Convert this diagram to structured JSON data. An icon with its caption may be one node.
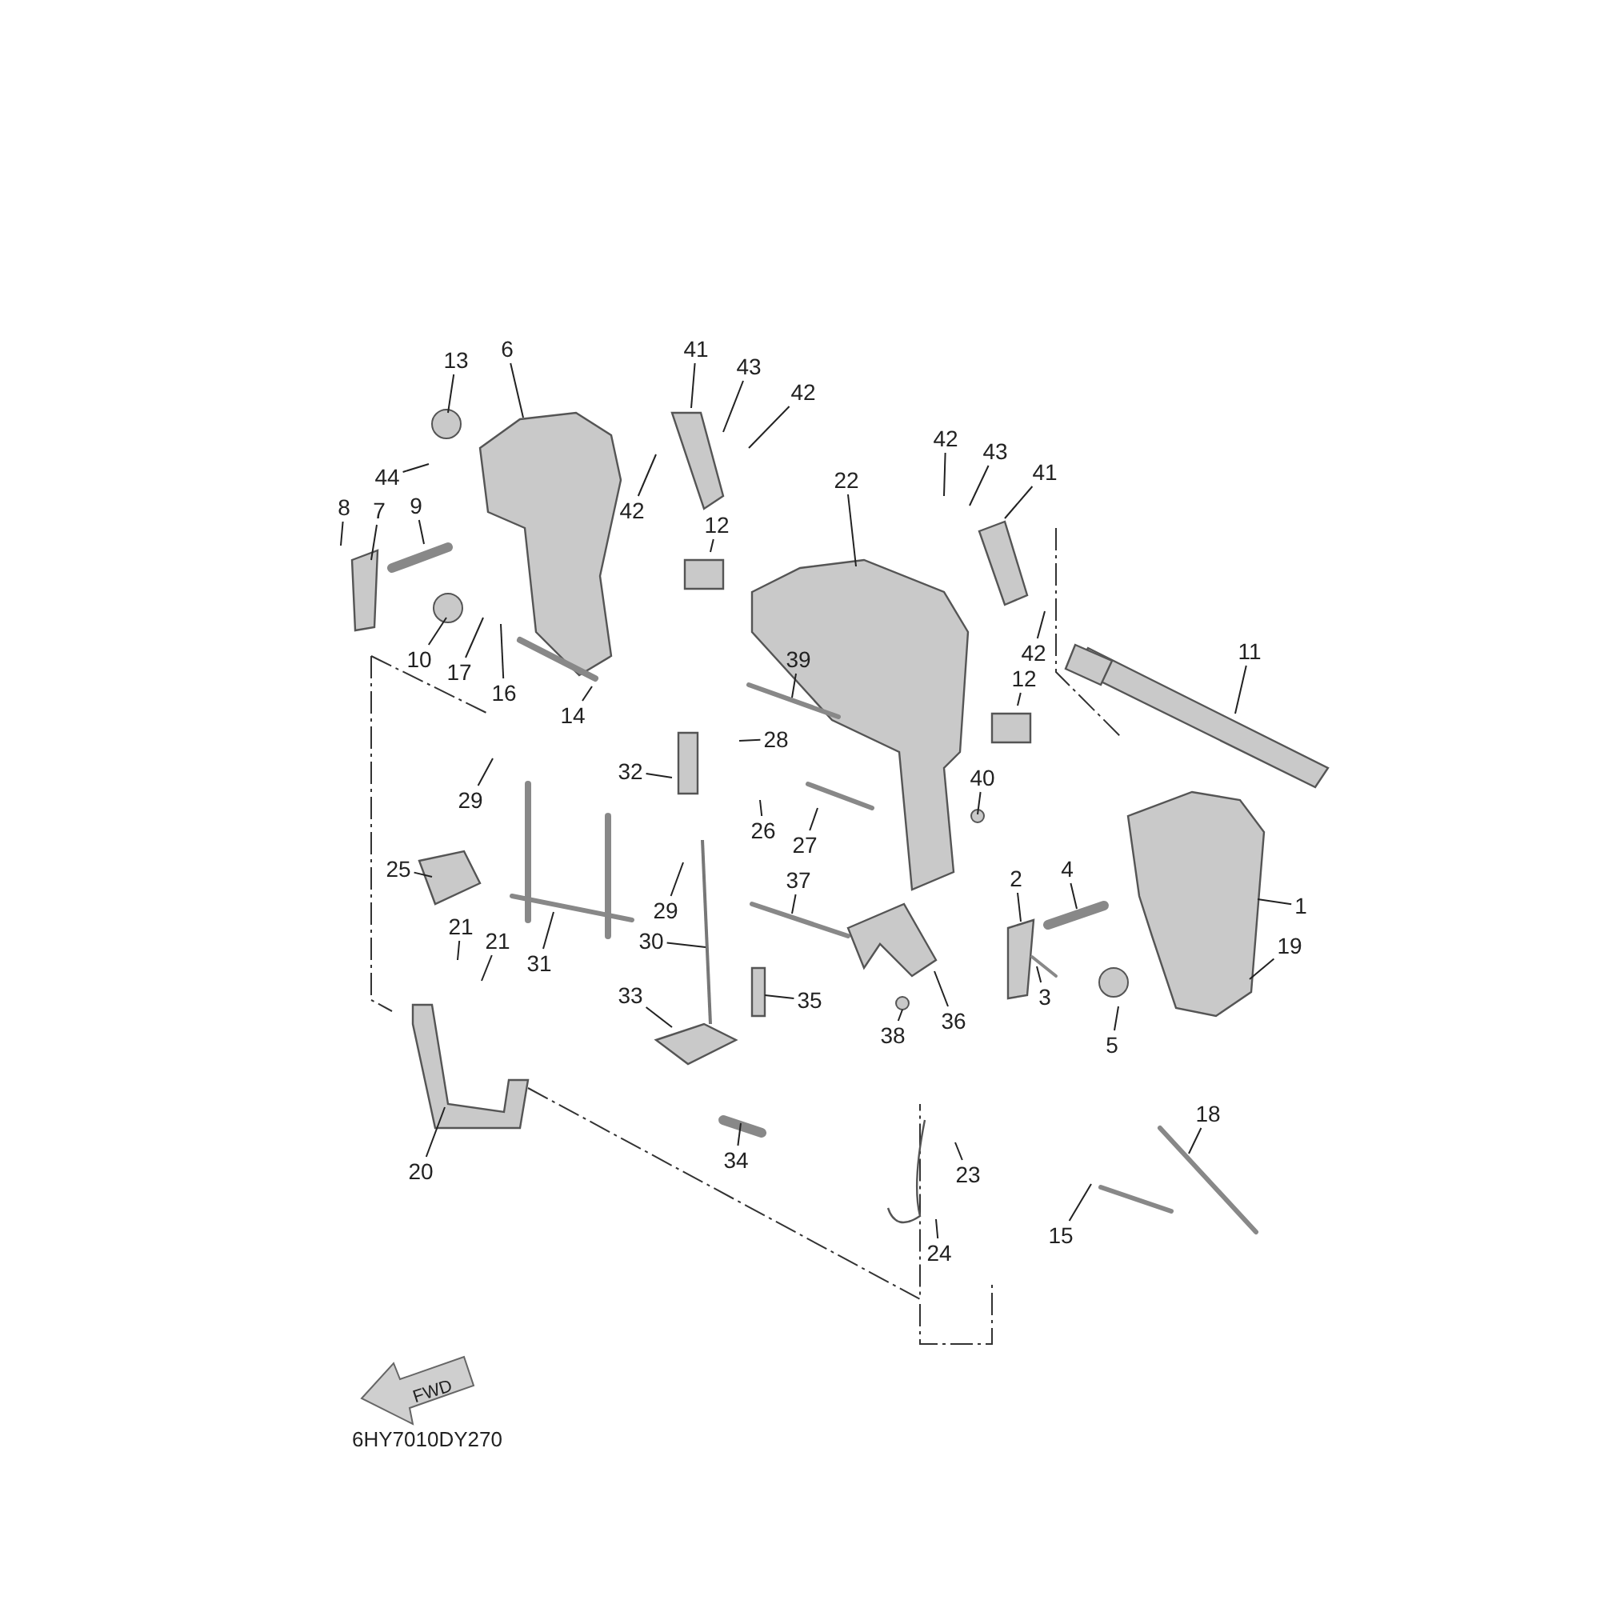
{
  "diagram": {
    "nodes": [
      {
        "text": [
          "13"
        ]
      },
      {
        "text": [
          "6"
        ]
      },
      {
        "text": [
          "41"
        ]
      },
      {
        "text": [
          "43"
        ]
      },
      {
        "text": [
          "42"
        ]
      },
      {
        "text": [
          "44"
        ]
      },
      {
        "text": [
          "42"
        ]
      },
      {
        "text": [
          "8"
        ]
      },
      {
        "text": [
          "7"
        ]
      },
      {
        "text": [
          "9"
        ]
      },
      {
        "text": [
          "12"
        ]
      },
      {
        "text": [
          "22"
        ]
      },
      {
        "text": [
          "42"
        ]
      },
      {
        "text": [
          "43"
        ]
      },
      {
        "text": [
          "41"
        ]
      },
      {
        "text": [
          "42"
        ]
      },
      {
        "text": [
          "11"
        ]
      },
      {
        "text": [
          "10"
        ]
      },
      {
        "text": [
          "17"
        ]
      },
      {
        "text": [
          "16"
        ]
      },
      {
        "text": [
          "14"
        ]
      },
      {
        "text": [
          "39"
        ]
      },
      {
        "text": [
          "28"
        ]
      },
      {
        "text": [
          "12"
        ]
      },
      {
        "text": [
          "40"
        ]
      },
      {
        "text": [
          "29"
        ]
      },
      {
        "text": [
          "32"
        ]
      },
      {
        "text": [
          "26"
        ]
      },
      {
        "text": [
          "27"
        ]
      },
      {
        "text": [
          "2"
        ]
      },
      {
        "text": [
          "4"
        ]
      },
      {
        "text": [
          "1"
        ]
      },
      {
        "text": [
          "25"
        ]
      },
      {
        "text": [
          "29"
        ]
      },
      {
        "text": [
          "37"
        ]
      },
      {
        "text": [
          "30"
        ]
      },
      {
        "text": [
          "21"
        ]
      },
      {
        "text": [
          "21"
        ]
      },
      {
        "text": [
          "31"
        ]
      },
      {
        "text": [
          "19"
        ]
      },
      {
        "text": [
          "3"
        ]
      },
      {
        "text": [
          "33"
        ]
      },
      {
        "text": [
          "35"
        ]
      },
      {
        "text": [
          "36"
        ]
      },
      {
        "text": [
          "38"
        ]
      },
      {
        "text": [
          "5"
        ]
      },
      {
        "text": [
          "18"
        ]
      },
      {
        "text": [
          "20"
        ]
      },
      {
        "text": [
          "34"
        ]
      },
      {
        "text": [
          "23"
        ]
      },
      {
        "text": [
          "15"
        ]
      },
      {
        "text": [
          "24"
        ]
      }
    ],
    "edges": [
      {
        "from": 0,
        "to": null,
        "arrow": "none"
      },
      {
        "from": 1,
        "to": null,
        "arrow": "none"
      },
      {
        "from": 2,
        "to": null,
        "arrow": "none"
      },
      {
        "from": 3,
        "to": null,
        "arrow": "none"
      },
      {
        "from": 4,
        "to": null,
        "arrow": "none"
      },
      {
        "from": 5,
        "to": null,
        "arrow": "none"
      },
      {
        "from": 6,
        "to": null,
        "arrow": "none"
      },
      {
        "from": 7,
        "to": null,
        "arrow": "none"
      },
      {
        "from": 8,
        "to": null,
        "arrow": "none"
      },
      {
        "from": 9,
        "to": null,
        "arrow": "none"
      },
      {
        "from": 10,
        "to": null,
        "arrow": "none"
      },
      {
        "from": 11,
        "to": null,
        "arrow": "none"
      },
      {
        "from": 12,
        "to": null,
        "arrow": "none"
      },
      {
        "from": 13,
        "to": null,
        "arrow": "none"
      },
      {
        "from": 14,
        "to": null,
        "arrow": "none"
      },
      {
        "from": 15,
        "to": null,
        "arrow": "none"
      },
      {
        "from": 16,
        "to": null,
        "arrow": "none"
      },
      {
        "from": 17,
        "to": null,
        "arrow": "none"
      },
      {
        "from": 18,
        "to": null,
        "arrow": "none"
      },
      {
        "from": 19,
        "to": null,
        "arrow": "none"
      },
      {
        "from": 20,
        "to": null,
        "arrow": "none"
      },
      {
        "from": 21,
        "to": null,
        "arrow": "none"
      },
      {
        "from": 22,
        "to": null,
        "arrow": "none"
      },
      {
        "from": 23,
        "to": null,
        "arrow": "none"
      },
      {
        "from": 24,
        "to": null,
        "arrow": "none"
      },
      {
        "from": 25,
        "to": null,
        "arrow": "none"
      },
      {
        "from": 26,
        "to": null,
        "arrow": "none"
      },
      {
        "from": 27,
        "to": null,
        "arrow": "none"
      },
      {
        "from": 28,
        "to": null,
        "arrow": "none"
      },
      {
        "from": 29,
        "to": null,
        "arrow": "none"
      },
      {
        "from": 30,
        "to": null,
        "arrow": "none"
      },
      {
        "from": 31,
        "to": null,
        "arrow": "none"
      },
      {
        "from": 32,
        "to": null,
        "arrow": "none"
      },
      {
        "from": 33,
        "to": null,
        "arrow": "none"
      },
      {
        "from": 34,
        "to": null,
        "arrow": "none"
      },
      {
        "from": 35,
        "to": null,
        "arrow": "none"
      },
      {
        "from": 36,
        "to": null,
        "arrow": "none"
      },
      {
        "from": 37,
        "to": null,
        "arrow": "none"
      },
      {
        "from": 38,
        "to": null,
        "arrow": "none"
      },
      {
        "from": 39,
        "to": null,
        "arrow": "none"
      },
      {
        "from": 40,
        "to": null,
        "arrow": "none"
      },
      {
        "from": 41,
        "to": null,
        "arrow": "none"
      },
      {
        "from": 42,
        "to": null,
        "arrow": "none"
      },
      {
        "from": 43,
        "to": null,
        "arrow": "none"
      },
      {
        "from": 44,
        "to": null,
        "arrow": "none"
      },
      {
        "from": 45,
        "to": null,
        "arrow": "none"
      },
      {
        "from": 46,
        "to": null,
        "arrow": "none"
      },
      {
        "from": 47,
        "to": null,
        "arrow": "none"
      },
      {
        "from": 48,
        "to": null,
        "arrow": "none"
      },
      {
        "from": 49,
        "to": null,
        "arrow": "none"
      },
      {
        "from": 50,
        "to": null,
        "arrow": "none"
      },
      {
        "from": 51,
        "to": null,
        "arrow": "none"
      }
    ],
    "labels": [
      "FWD",
      "6HY7010DY270"
    ]
  }
}
